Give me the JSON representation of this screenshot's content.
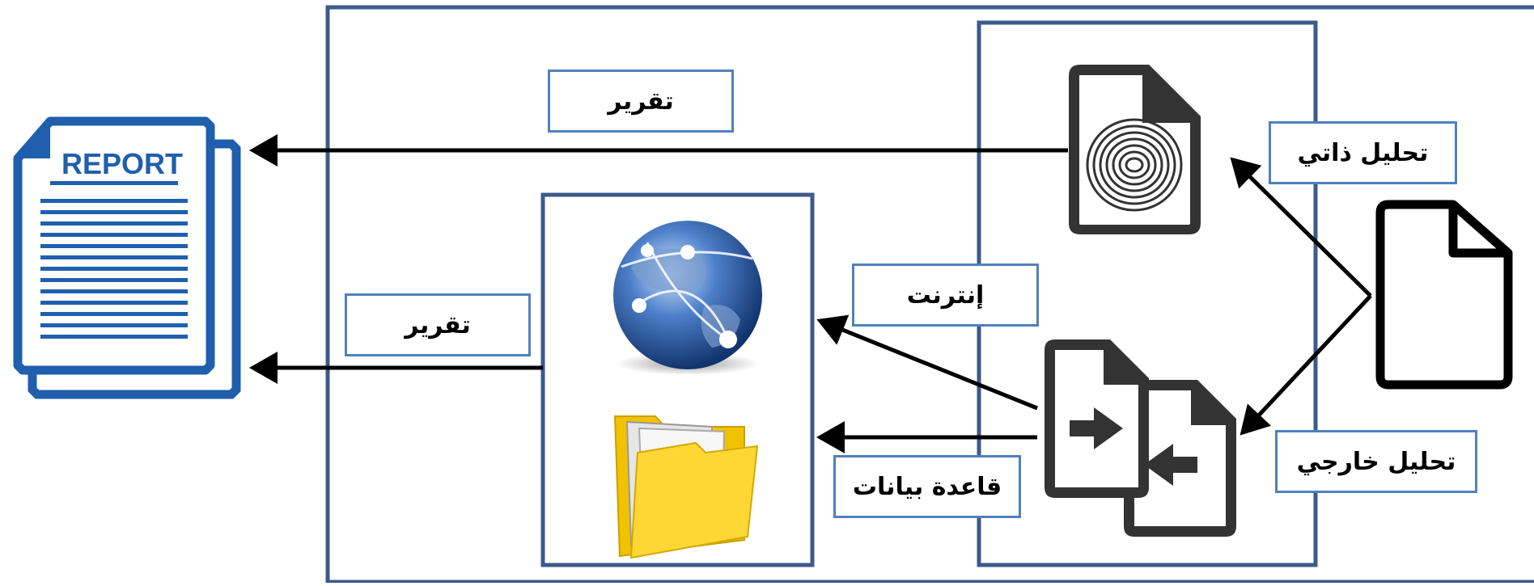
{
  "labels": {
    "report_top": "تقرير",
    "report_bottom": "تقرير",
    "self_analysis": "تحليل ذاتي",
    "external_analysis": "تحليل خارجي",
    "internet": "إنترنت",
    "database": "قاعدة بيانات"
  },
  "report_icon": {
    "title": "REPORT",
    "icon": "report-document-icon"
  },
  "icons": {
    "fingerprint": "fingerprint-file-icon",
    "compare": "file-compare-icon",
    "globe": "globe-network-icon",
    "folder": "folder-icon",
    "document": "blank-document-icon"
  },
  "colors": {
    "frame_border": "#3c5a8a",
    "label_border": "#4f81bd",
    "report_blue": "#1f5fad",
    "arrow": "#000000",
    "icon_dark": "#333333",
    "folder_yellow": "#fdd835"
  }
}
